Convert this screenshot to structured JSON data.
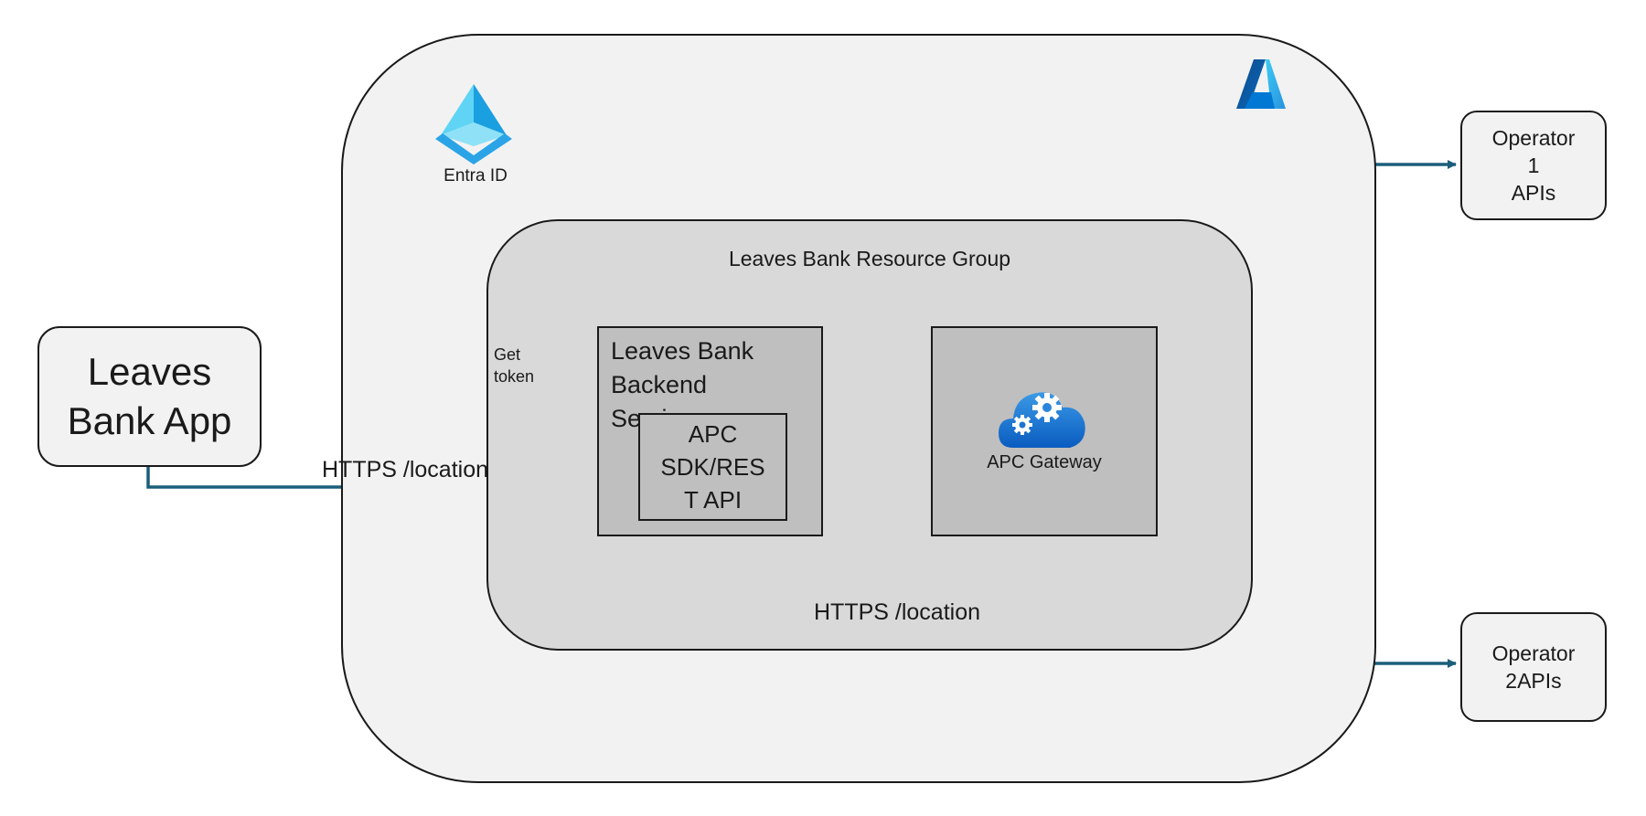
{
  "diagram": {
    "app": {
      "label": "Leaves\nBank App"
    },
    "azure": {
      "icon": "azure-logo-icon"
    },
    "entra": {
      "label": "Entra ID",
      "icon": "entra-id-icon"
    },
    "resource_group": {
      "label": "Leaves Bank Resource Group"
    },
    "backend": {
      "label": " Leaves Bank\nBackend\nService"
    },
    "sdk": {
      "label": "APC\nSDK/RES\nT API"
    },
    "gateway": {
      "label": "APC Gateway",
      "icon": "cloud-gears-icon"
    },
    "operator1": {
      "label": "Operator\n1\nAPIs"
    },
    "operator2": {
      "label": "Operator\n2APIs"
    },
    "edges": {
      "app_to_backend": "HTTPS /location",
      "sdk_to_gateway": "HTTPS /location",
      "backend_to_entra": "Get\ntoken"
    },
    "colors": {
      "connector": "#1b5e7b",
      "boundary_fill": "#f2f2f2",
      "group_fill": "#d9d9d9",
      "service_fill": "#bfbfbf"
    }
  }
}
